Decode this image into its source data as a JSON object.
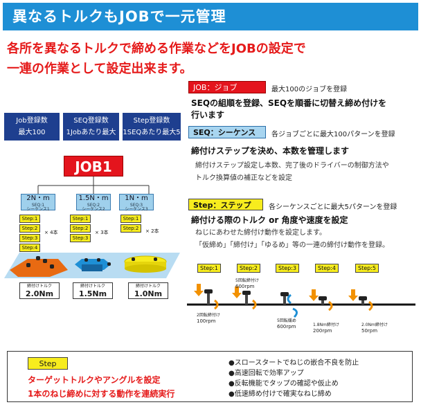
{
  "header": {
    "title": "異なるトルクもJOBで一元管理"
  },
  "lead": {
    "line1": "各所を異なるトルクで締める作業などをJOBの設定で",
    "line2": "一連の作業として設定出来ます。"
  },
  "counts": [
    {
      "l1": "Job登録数",
      "l2": "最大100"
    },
    {
      "l1": "SEQ登録数",
      "l2": "1Jobあたり最大100"
    },
    {
      "l1": "Step登録数",
      "l2": "1SEQあたり最大5"
    }
  ],
  "job_label": "JOB1",
  "sequences": [
    {
      "torque": "2N・m",
      "sub": "SEQ:1",
      "sub2": "シーケンス1",
      "steps": [
        "Step:1",
        "Step:2",
        "Step:3",
        "Step:4"
      ],
      "mult": "× 4本",
      "torque_label": "締付けトルク",
      "torque_value": "2.0Nm"
    },
    {
      "torque": "1.5N・m",
      "sub": "SEQ:2",
      "sub2": "シーケンス2",
      "steps": [
        "Step:1",
        "Step:2",
        "Step:3"
      ],
      "mult": "× 3本",
      "torque_label": "締付けトルク",
      "torque_value": "1.5Nm"
    },
    {
      "torque": "1N・m",
      "sub": "SEQ:3",
      "sub2": "シーケンス3",
      "steps": [
        "Step:1",
        "Step:2"
      ],
      "mult": "× 2本",
      "torque_label": "締付けトルク",
      "torque_value": "1.0Nm"
    }
  ],
  "job_section": {
    "tag": "JOB：ジョブ",
    "note": "最大100のジョブを登録",
    "line1": "SEQの組順を登録、SEQを順番に切替え締め付けを",
    "line2": "行います"
  },
  "seq_section": {
    "tag": "SEQ：シーケンス",
    "note": "各ジョブごとに最大100パターンを登録",
    "line1": "締付けステップを決め、本数を管理します",
    "sub1": "締付けステップ設定し本数、完了後のドライバーの制御方法や",
    "sub2": "トルク換算値の補正などを設定"
  },
  "step_section": {
    "tag": "Step：ステップ",
    "note": "各シーケンスごとに最大5パターンを登録",
    "line1": "締付ける際のトルク or 角度や速度を設定",
    "sub1": "ねじにあわせた締付け動作を設定します。",
    "sub2": "「仮締め」「締付け」「ゆるめ」等の一連の締付け動作を登録。"
  },
  "timeline": {
    "chips": [
      "Step:1",
      "Step:2",
      "Step:3",
      "Step:4",
      "Step:5"
    ],
    "notes": [
      {
        "l1": "2回転締付け",
        "l2": "100rpm"
      },
      {
        "l1": "5回転締付け",
        "l2": "600rpm"
      },
      {
        "l1": "5回転緩め",
        "l2": "600rpm"
      },
      {
        "l1": "1.8Nm締付け",
        "l2": "200rpm"
      },
      {
        "l1": "2.0Nm締付け",
        "l2": "50rpm"
      }
    ]
  },
  "bottom": {
    "tag": "Step",
    "red1": "ターゲットトルクやアングルを設定",
    "red2": "1本のねじ締めに対する動作を連続実行",
    "bullets": [
      "●スロースタートでねじの嵌合不良を防止",
      "●高速回転で効率アップ",
      "●反転機能でタップの確認や仮止め",
      "●低速締め付けで確実なねじ締め"
    ]
  },
  "colors": {
    "banner": "#1e8fd5",
    "red": "#e51a1a",
    "navy": "#1e3f8f",
    "yellow": "#f7ec1e",
    "lightblue": "#9fd0ec"
  }
}
